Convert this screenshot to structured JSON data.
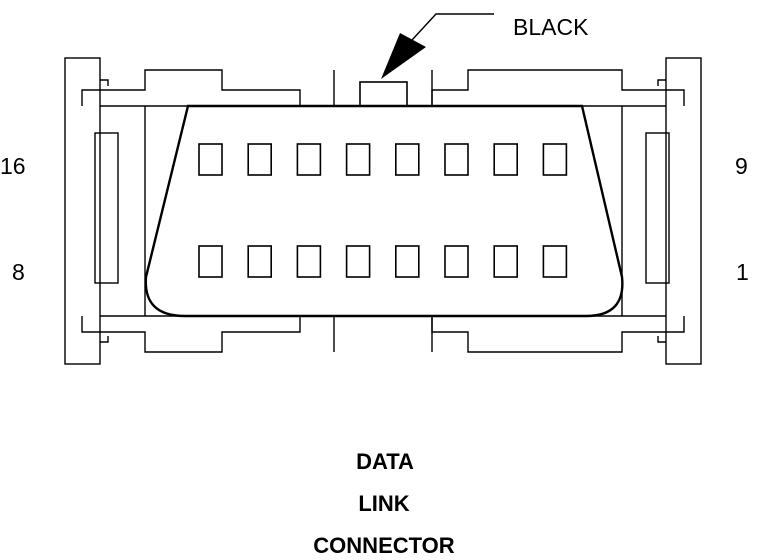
{
  "diagram": {
    "callout_label": "BLACK",
    "pin_labels": {
      "top_left": "16",
      "bottom_left": "8",
      "top_right": "9",
      "bottom_right": "1"
    },
    "caption": {
      "line1": "DATA",
      "line2": "LINK",
      "line3": "CONNECTOR"
    },
    "pin_rows": 2,
    "pins_per_row": 8
  }
}
